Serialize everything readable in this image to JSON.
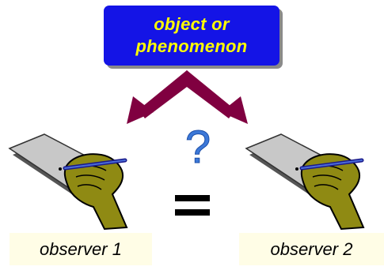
{
  "source_box": {
    "line1": "object or",
    "line2": "phenomenon"
  },
  "question_mark": "?",
  "equals_sign": "=",
  "observers": [
    {
      "label": "observer 1"
    },
    {
      "label": "observer 2"
    }
  ],
  "colors": {
    "box_fill": "#1414e6",
    "box_text": "#ffff00",
    "arrow": "#800040",
    "question_mark": "#3c78d8",
    "equals": "#000000",
    "hand": "#8f8a13",
    "notebook": "#c8c8c8",
    "label_bg": "#fffde6"
  },
  "icons": [
    "hand-writing-icon",
    "notebook-icon",
    "pen-icon",
    "arrow-icon",
    "question-mark-icon",
    "equals-icon"
  ]
}
